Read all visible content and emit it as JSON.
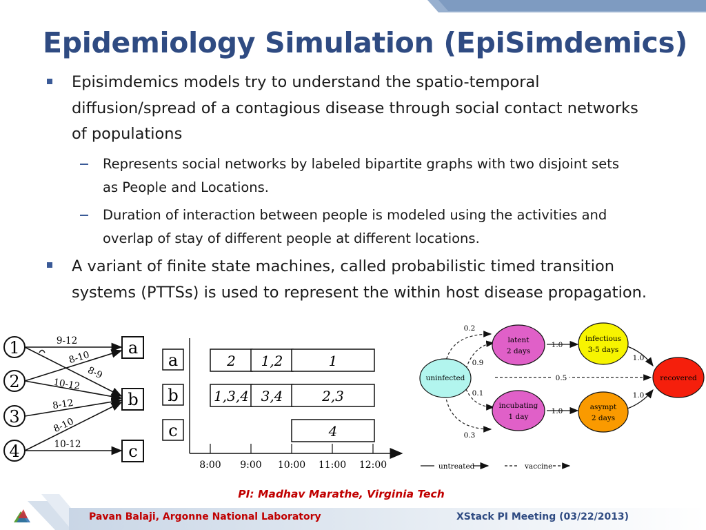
{
  "slide": {
    "title": "Epidemiology Simulation (EpiSimdemics)",
    "bullets": [
      {
        "lines": [
          "Episimdemics models try to understand the spatio-temporal",
          "diffusion/spread of a contagious disease through social contact networks",
          "of populations"
        ],
        "sub": [
          {
            "lines": [
              "Represents social networks by labeled bipartite graphs with two disjoint sets",
              "as People and Locations."
            ]
          },
          {
            "lines": [
              "Duration of interaction between people is modeled using the activities and",
              "overlap of stay of different people at different locations."
            ]
          }
        ]
      },
      {
        "lines": [
          "A variant of finite state machines, called probabilistic timed transition",
          "systems (PTTSs) is used to represent the within host disease propagation."
        ],
        "sub": []
      }
    ],
    "pi": "PI: Madhav Marathe, Virginia Tech",
    "footer_left": "Pavan Balaji, Argonne National Laboratory",
    "footer_right": "XStack PI Meeting (03/22/2013)"
  },
  "bipartite": {
    "people": [
      "1",
      "2",
      "3",
      "4"
    ],
    "locations": [
      "a",
      "b",
      "c"
    ],
    "edges": [
      {
        "from": "1",
        "to": "a",
        "label": "9-12"
      },
      {
        "from": "2",
        "to": "a",
        "label": "8-10"
      },
      {
        "from": "1",
        "to": "b",
        "label": "8-9"
      },
      {
        "from": "2",
        "to": "b",
        "label": "10-12"
      },
      {
        "from": "3",
        "to": "b",
        "label": "8-12"
      },
      {
        "from": "4",
        "to": "b",
        "label": "8-10"
      },
      {
        "from": "4",
        "to": "c",
        "label": "10-12"
      }
    ]
  },
  "timeline": {
    "rows": [
      "a",
      "b",
      "c"
    ],
    "ticks": [
      "8:00",
      "9:00",
      "10:00",
      "11:00",
      "12:00"
    ],
    "segments": {
      "a": [
        {
          "start": "8:00",
          "end": "9:00",
          "label": "2"
        },
        {
          "start": "9:00",
          "end": "10:00",
          "label": "1,2"
        },
        {
          "start": "10:00",
          "end": "12:00",
          "label": "1"
        }
      ],
      "b": [
        {
          "start": "8:00",
          "end": "9:00",
          "label": "1,3,4"
        },
        {
          "start": "9:00",
          "end": "10:00",
          "label": "3,4"
        },
        {
          "start": "10:00",
          "end": "12:00",
          "label": "2,3"
        }
      ],
      "c": [
        {
          "start": "10:00",
          "end": "12:00",
          "label": "4"
        }
      ]
    }
  },
  "ptts": {
    "states": {
      "uninfected": {
        "label": "uninfected",
        "color": "#b2f5ee"
      },
      "latent": {
        "label": "latent",
        "sub": "2 days",
        "color": "#e060c8"
      },
      "infectious": {
        "label": "infectious",
        "sub": "3-5 days",
        "color": "#f7f400"
      },
      "incubating": {
        "label": "incubating",
        "sub": "1 day",
        "color": "#e060c8"
      },
      "asympt": {
        "label": "asympt",
        "sub": "2 days",
        "color": "#fa9a00"
      },
      "recovered": {
        "label": "recovered",
        "color": "#f51f0c"
      }
    },
    "probabilities": {
      "self_top": "0.2",
      "to_latent": "0.9",
      "latent_infectious": "1.0",
      "infectious_recovered": "1.0",
      "direct_recovered": "0.5",
      "to_incubating": "0.1",
      "incubating_asympt": "1.0",
      "asympt_recovered": "1.0",
      "self_bottom": "0.3"
    },
    "legend": {
      "solid": "untreated",
      "dashed": "vaccine"
    }
  }
}
